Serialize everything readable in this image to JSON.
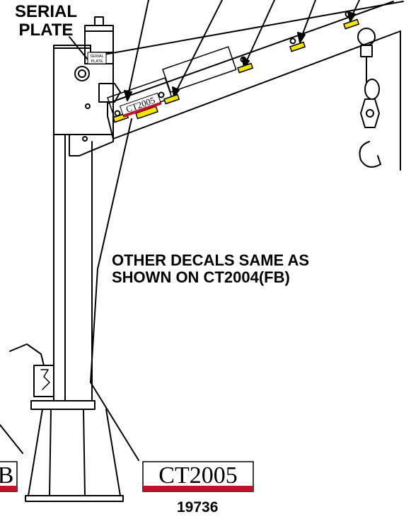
{
  "callouts": {
    "serial_plate_line1": "SERIAL",
    "serial_plate_line2": "PLATE",
    "other_decals_line1": "OTHER DECALS SAME AS",
    "other_decals_line2": "SHOWN ON CT2004(FB)"
  },
  "plates": {
    "serial_plate_small_line1": "SERIAL",
    "serial_plate_small_line2": "PLATE",
    "model_decal_on_boom": "CT2005",
    "model_decal_enlarged": "CT2005",
    "partial_decal_left": "B"
  },
  "figure_number": "19736",
  "colors": {
    "line": "#000000",
    "warning_decal": "#f2e600",
    "stripe_red": "#c0102a",
    "background": "#ffffff"
  }
}
